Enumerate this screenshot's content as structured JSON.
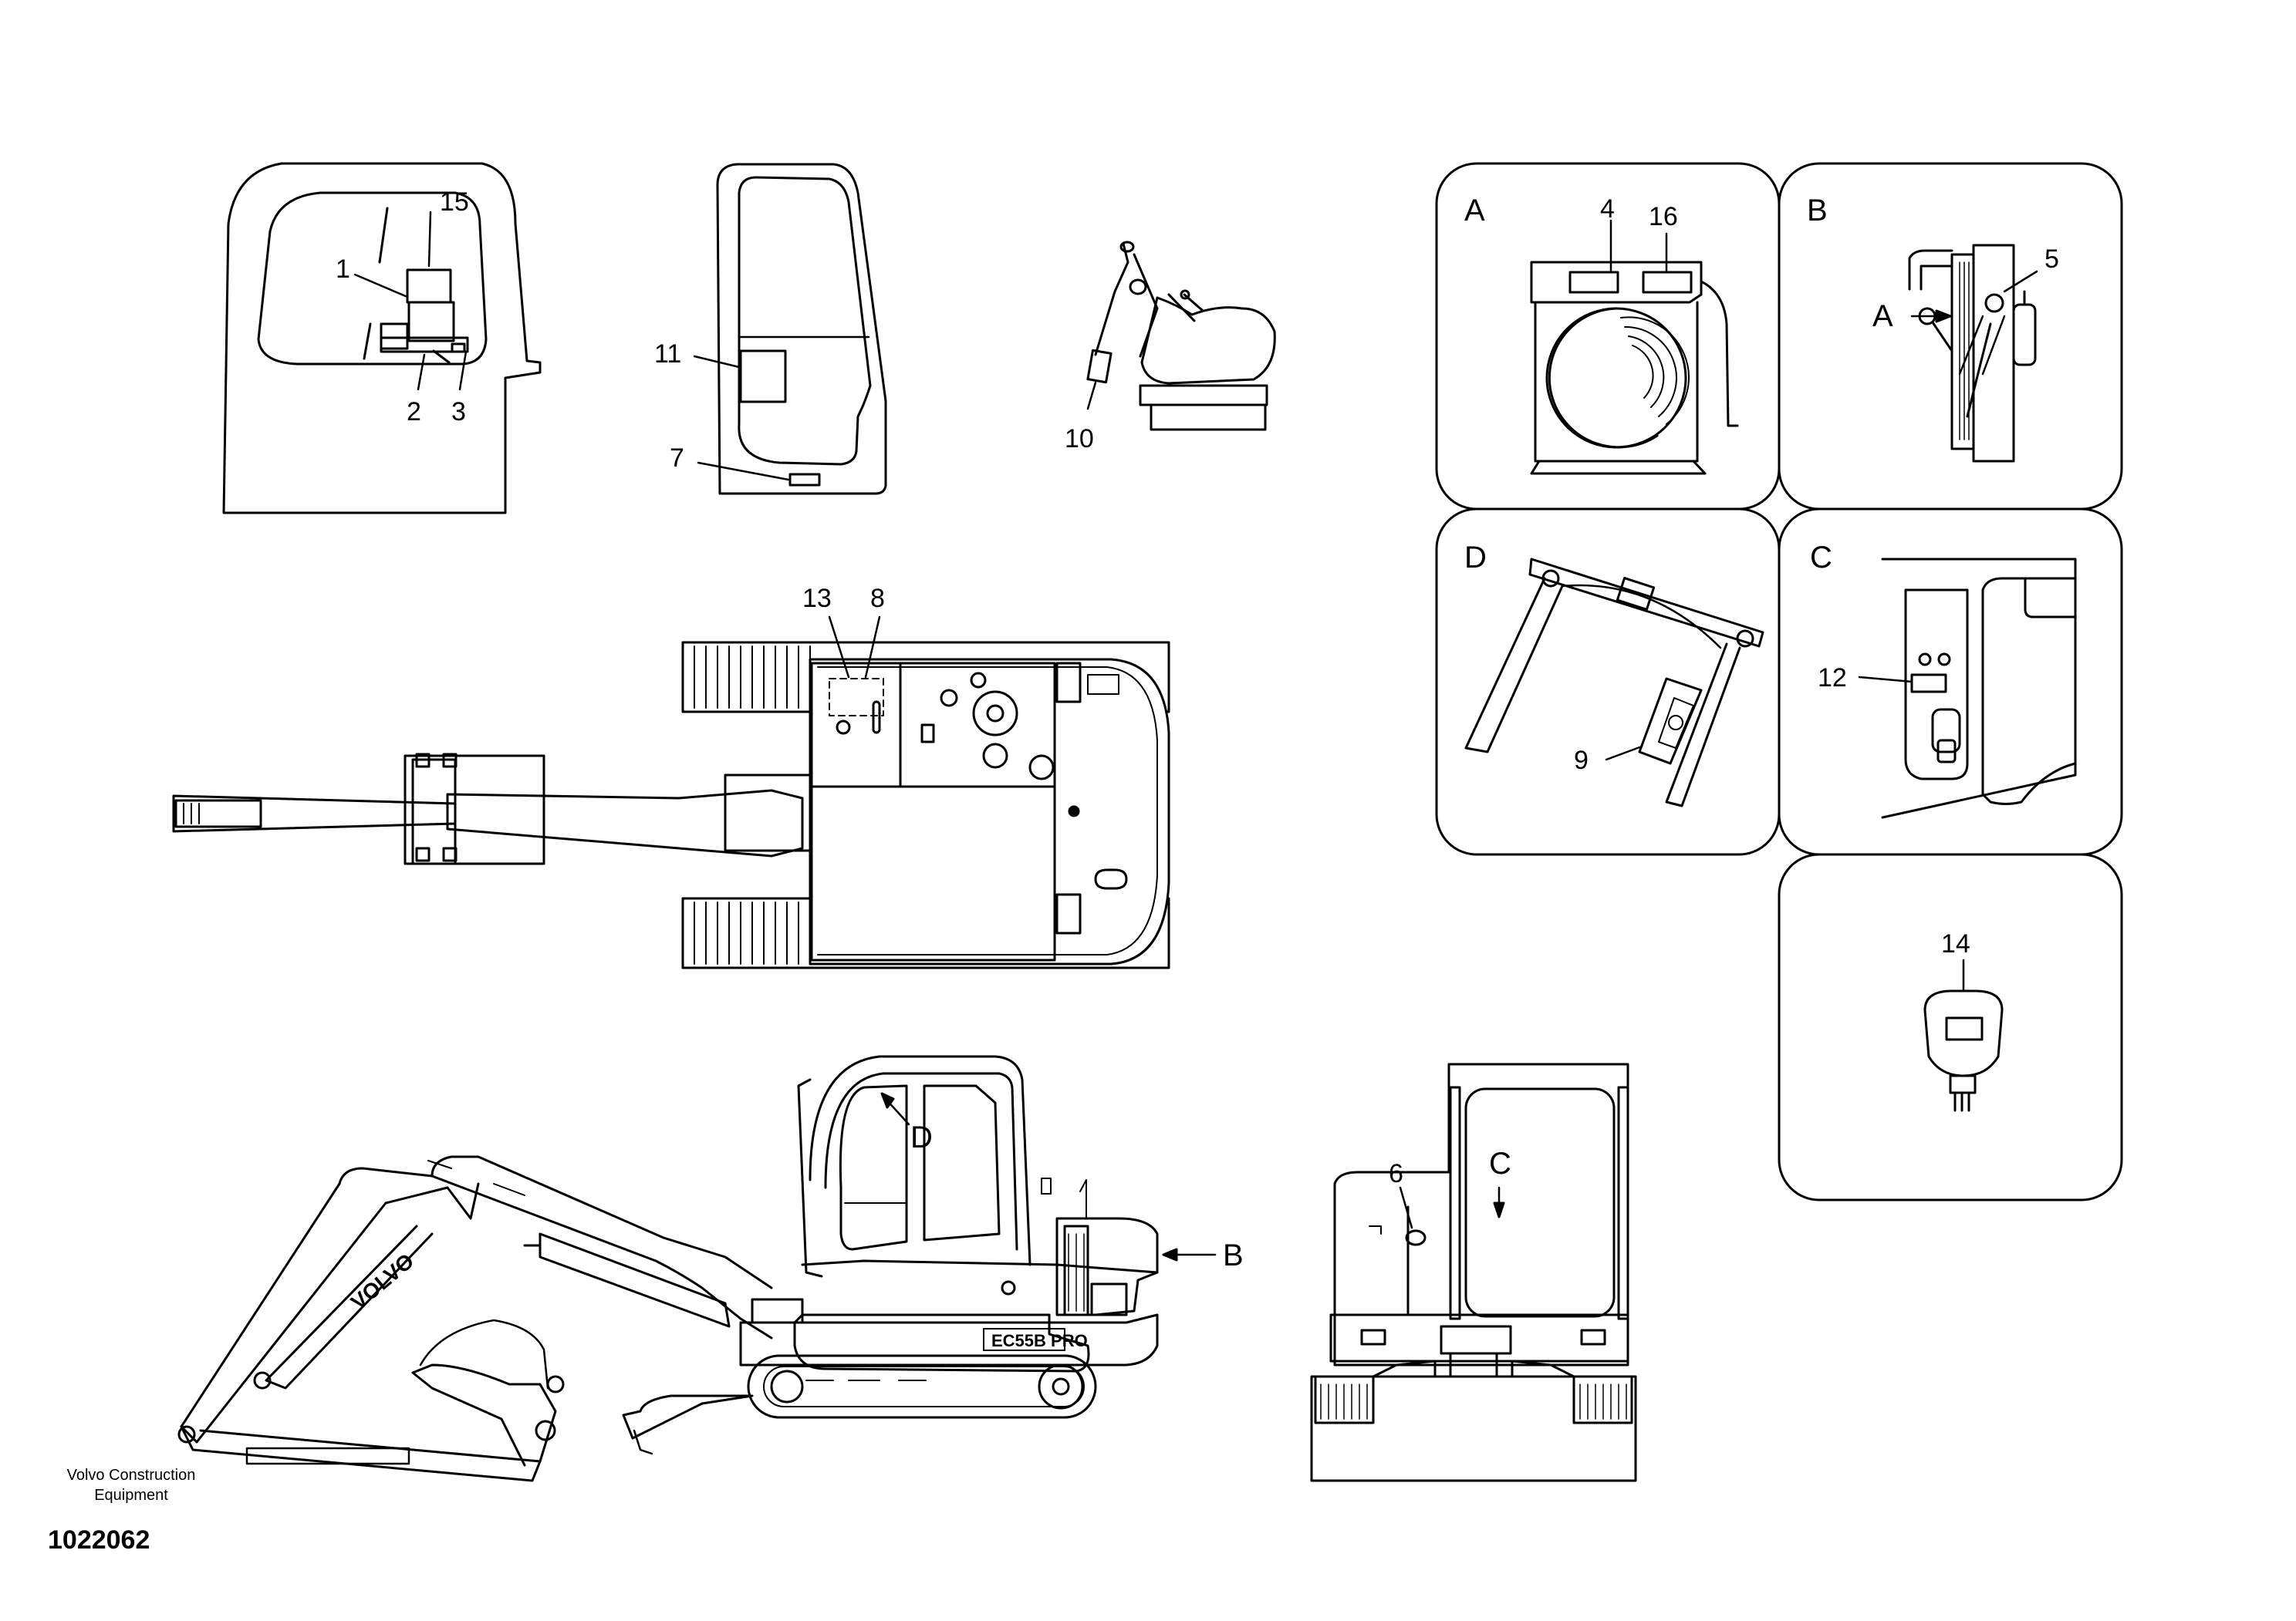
{
  "callouts": {
    "n1": "1",
    "n2": "2",
    "n3": "3",
    "n4": "4",
    "n5": "5",
    "n6": "6",
    "n7": "7",
    "n8": "8",
    "n9": "9",
    "n10": "10",
    "n11": "11",
    "n12": "12",
    "n13": "13",
    "n14": "14",
    "n15": "15",
    "n16": "16"
  },
  "views": {
    "A": "A",
    "B": "B",
    "C": "C",
    "D": "D"
  },
  "arrows": {
    "A": "A",
    "B": "B",
    "C": "C",
    "D": "D"
  },
  "machine": {
    "boom_brand": "VOLVO",
    "model_badge": "EC55B PRO"
  },
  "footer": {
    "company_line1": "Volvo Construction",
    "company_line2": "Equipment",
    "document_number": "1022062"
  }
}
